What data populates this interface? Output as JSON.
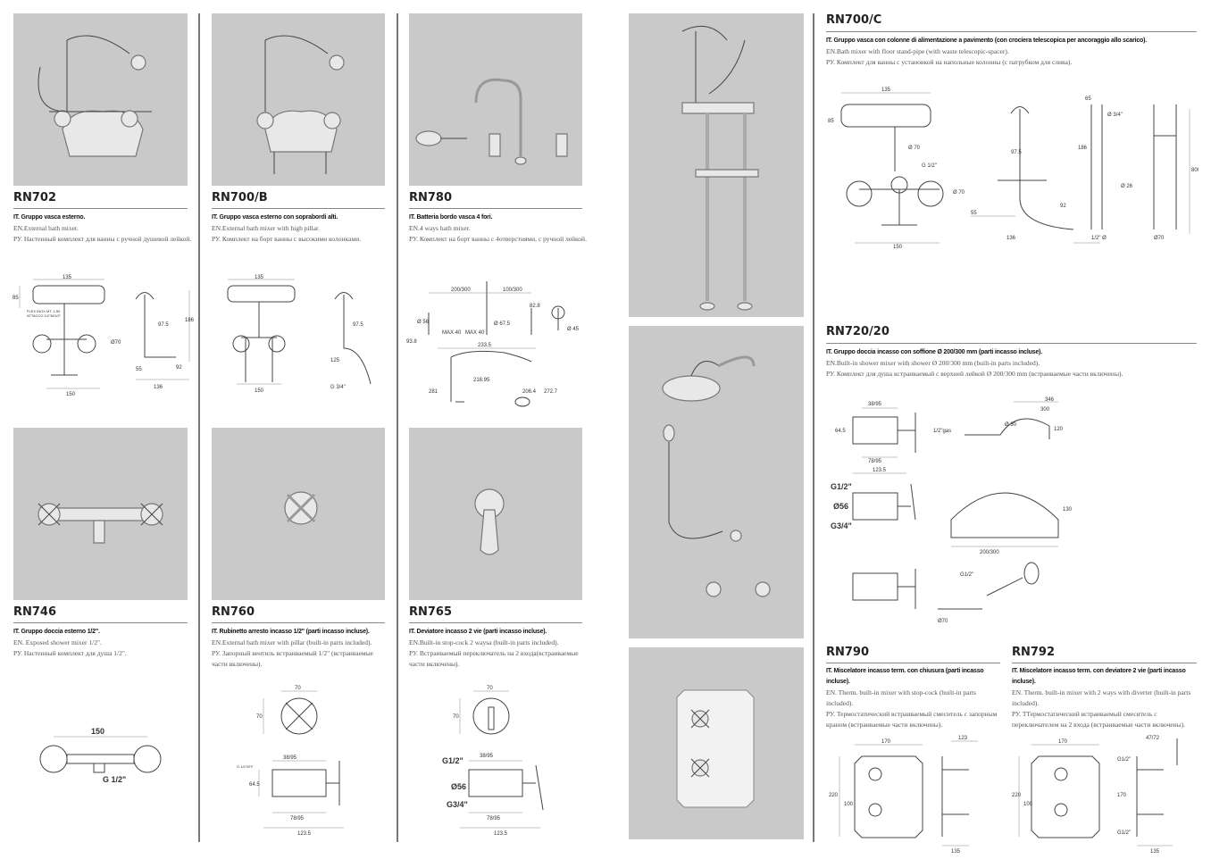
{
  "products": {
    "rn702": {
      "code": "RN702",
      "it": "IT. Gruppo vasca esterno.",
      "en": "EN.External bath mixer.",
      "ru": "РУ. Настенный комплект для ванны с ручной душевой лейкой.",
      "dims": [
        "135",
        "85",
        "97.5",
        "186",
        "Ø70",
        "55",
        "92",
        "136",
        "150",
        "FLEX INOX MT. 1,50",
        "ATTACCO 1/2\"M/1/2\""
      ]
    },
    "rn700b": {
      "code": "RN700/B",
      "it": "IT. Gruppo vasca esterno con soprabordi alti.",
      "en": "EN.External bath mixer with high pillar.",
      "ru": "РУ. Комплект на борт ванны с высокими колонками.",
      "dims": [
        "135",
        "97.5",
        "150",
        "125",
        "G 3/4\""
      ]
    },
    "rn780": {
      "code": "RN780",
      "it": "IT. Batteria bordo vasca 4 fori.",
      "en": "EN.4 ways bath mixer.",
      "ru": "РУ. Комплект на борт ванны с 4отверстиями, с ручной лейкой.",
      "dims": [
        "200/300",
        "100/300",
        "82.8",
        "Ø 56",
        "Ø 67.5",
        "Ø 45",
        "93.8",
        "233.5",
        "218.95",
        "281",
        "206.4",
        "272.7",
        "MAX 40",
        "MAX 40"
      ]
    },
    "rn746": {
      "code": "RN746",
      "it": "IT. Gruppo doccia esterno 1/2\".",
      "en": "EN. Exposed shower mixer 1/2\".",
      "ru": "РУ. Настенный комплект для душа 1/2\".",
      "dims": [
        "150",
        "G 1/2\""
      ]
    },
    "rn760": {
      "code": "RN760",
      "it": "IT. Rubinetto arresto incasso 1/2\" (parti incasso incluse).",
      "en": "EN.External bath mixer with pillar (built-in parts included).",
      "ru": "РУ. Запорный вентиль встраиваемый 1/2\" (встраиваемые части включены).",
      "dims": [
        "70",
        "70",
        "38/95",
        "64.5",
        "78/95",
        "123.5",
        "G 1/2\"M\"F"
      ]
    },
    "rn765": {
      "code": "RN765",
      "it": "IT. Deviatore incasso 2 vie (parti incasso incluse).",
      "en": "EN.Built-in stop-cock 2 waysa (built-in parts included).",
      "ru": "РУ. Встраиваемый переключатель на 2 входа(встраиваемые части включены).",
      "dims": [
        "70",
        "70",
        "G1/2\"",
        "38/95",
        "Ø56",
        "G3/4\"",
        "78/95",
        "123.5"
      ]
    },
    "rn700c": {
      "code": "RN700/C",
      "it": "IT. Gruppo vasca con colonne di alimentazione a pavimento (con crociera telescopica per ancoraggio allo scarico).",
      "en": "EN.Bath mixer with floor stand-pipe (with waste telescopic-spacer).",
      "ru": "РУ. Комплект для ванны с установкой на напольные колонны (с патрубком для слива).",
      "dims": [
        "135",
        "85",
        "Ø 70",
        "97.5",
        "186",
        "G 1/2\"",
        "Ø 70",
        "55",
        "92",
        "136",
        "150",
        "65",
        "Ø 3/4\"",
        "Ø 26",
        "800",
        "1/2\" Ø",
        "Ø70"
      ]
    },
    "rn720": {
      "code": "RN720/20",
      "it": "IT. Gruppo doccia incasso con soffione Ø 200/300 mm (parti incasso incluse).",
      "en": "EN.Built-in shower mixer with shower Ø 200/300 mm (built-in parts included).",
      "ru": "РУ. Комплект для душа встраиваемый с верхней лейкой Ø 200/300 mm (встраиваемые части включены).",
      "dims": [
        "38/95",
        "64.5",
        "78/95",
        "123.5",
        "346",
        "300",
        "Ø 30",
        "120",
        "1/2\"gas",
        "G1/2\"",
        "Ø56",
        "G3/4\"",
        "130",
        "200/300",
        "Ø70",
        "G1/2\""
      ]
    },
    "rn790": {
      "code": "RN790",
      "it": "IT. Miscelatore incasso term. con chiusura (parti incasso incluse).",
      "en": "EN. Therm. built-in mixer with stop-cock (built-in parts included).",
      "ru": "РУ. Термостатический встраиваемый смеситель с запорным краном (встраиваемые части включены).",
      "dims": [
        "170",
        "220",
        "100",
        "123",
        "135"
      ]
    },
    "rn792": {
      "code": "RN792",
      "it": "IT. Miscelatore incasso term. con deviatore 2 vie (parti incasso incluse).",
      "en": "EN. Therm. built-in mixer with 2 ways with diverter (built-in parts included).",
      "ru": "РУ. ТТермостатический встраиваемый смеситель с переключателем на 2 входа (встраиваемые части включены).",
      "dims": [
        "170",
        "47/72",
        "G1/2\"",
        "220",
        "100",
        "170",
        "G1/2\"",
        "135"
      ]
    }
  }
}
